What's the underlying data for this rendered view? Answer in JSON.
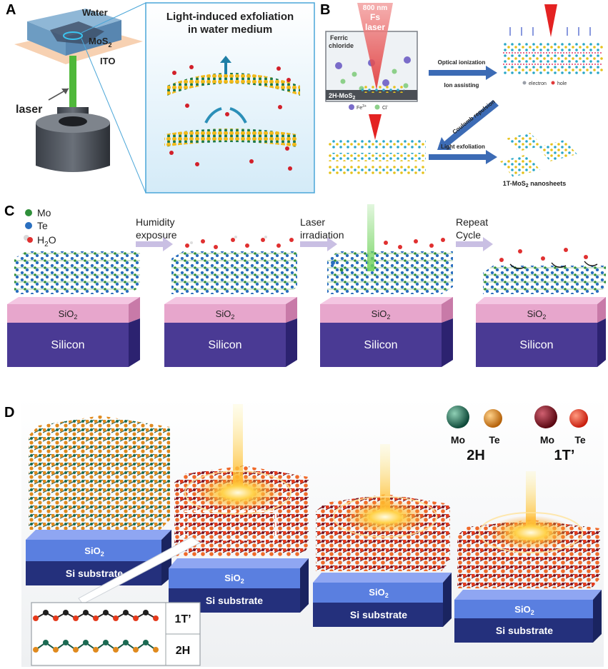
{
  "panels": {
    "a": {
      "letter": "A",
      "water": "Water",
      "mos2": "MoS",
      "mos2_sub": "2",
      "ito": "ITO",
      "laser": "laser",
      "title_l1": "Light-induced exfoliation",
      "title_l2": "in water medium"
    },
    "b": {
      "letter": "B",
      "fs_1": "800 nm",
      "fs_2": "Fs",
      "fs_3": "laser",
      "ferric_1": "Ferric",
      "ferric_2": "chloride",
      "mos2_2h": "2H-MoS",
      "mos2_2h_sub": "2",
      "fe": "Fe",
      "fe_sup": "3+",
      "cl": "Cl",
      "cl_sup": "-",
      "optical": "Optical ionization",
      "ion": "Ion assisting",
      "electron": "electron",
      "hole": "hole",
      "coulomb": "Coulomb repulsion",
      "light_ex": "Light exfoliation",
      "nanosheets_pre": "1T-MoS",
      "nanosheets_sub": "2",
      "nanosheets_post": " nanosheets"
    },
    "c": {
      "letter": "C",
      "legend_mo": "Mo",
      "legend_te": "Te",
      "legend_h2o": "H",
      "legend_h2o_sub": "2",
      "legend_h2o_o": "O",
      "step1_l1": "Humidity",
      "step1_l2": "exposure",
      "step2_l1": "Laser",
      "step2_l2": "irradiation",
      "step3_l1": "Repeat",
      "step3_l2": "Cycle",
      "sio2": "SiO",
      "sio2_sub": "2",
      "silicon": "Silicon"
    },
    "d": {
      "letter": "D",
      "sio2": "SiO",
      "sio2_sub": "2",
      "substrate": "Si substrate",
      "mo": "Mo",
      "te": "Te",
      "phase_2h": "2H",
      "phase_1t": "1T’",
      "inset_1t": "1T’",
      "inset_2h": "2H"
    }
  },
  "colors": {
    "mo": "#2f8f3a",
    "te": "#2a6fbf",
    "te_2h": "#e08a1e",
    "te_1t": "#e53a1c",
    "mo_1t": "#8a1020",
    "sio2_c": "#e7a6cc",
    "silicon_c": "#4a3a94",
    "arrow": "#c9bfe3",
    "ito": "#f6c9a4",
    "panel_b_arrow": "#3c6bb5",
    "sio2_d": "#5a7fe0",
    "sub_d": "#24307c"
  }
}
